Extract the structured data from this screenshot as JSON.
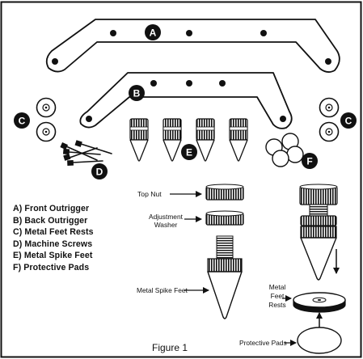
{
  "figure": {
    "caption": "Figure 1",
    "badges": {
      "a": "A",
      "b": "B",
      "c_left": "C",
      "c_right": "C",
      "d": "D",
      "e": "E",
      "f": "F"
    },
    "legend": [
      "A) Front Outrigger",
      "B) Back Outrigger",
      "C) Metal Feet Rests",
      "D) Machine Screws",
      "E) Metal Spike Feet",
      "F) Protective Pads"
    ],
    "callouts": {
      "top_nut": "Top Nut",
      "adjustment_washer_line1": "Adjustment",
      "adjustment_washer_line2": "Washer",
      "metal_spike_feet": "Metal Spike Feet",
      "metal_feet_rests_line1": "Metal",
      "metal_feet_rests_line2": "Feet",
      "metal_feet_rests_line3": "Rests",
      "protective_pads": "Protective Pads"
    }
  }
}
